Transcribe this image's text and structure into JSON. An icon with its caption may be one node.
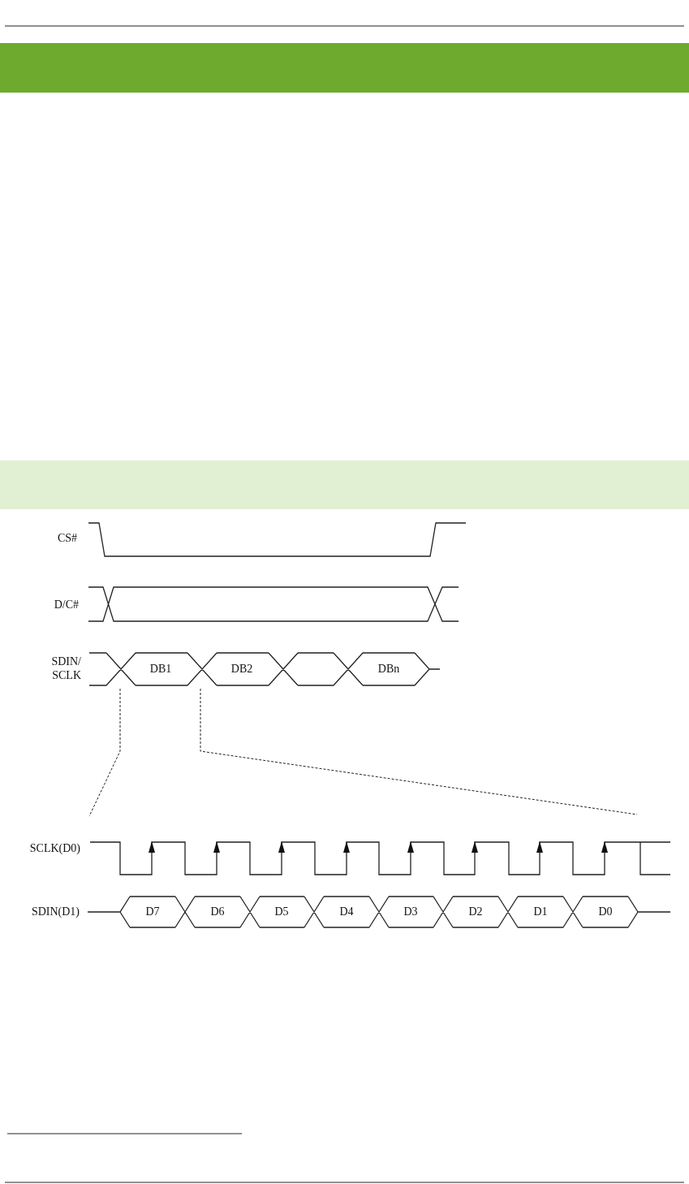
{
  "diagram": {
    "labels": [
      "CS#",
      "D/C#",
      "SDIN/ SCLK",
      "DB1",
      "DB2",
      "DBn",
      "SCLK(D0)",
      "SDIN(D1)",
      "D7",
      "D6",
      "D5",
      "D4",
      "D3",
      "D2",
      "D1",
      "D0"
    ]
  }
}
